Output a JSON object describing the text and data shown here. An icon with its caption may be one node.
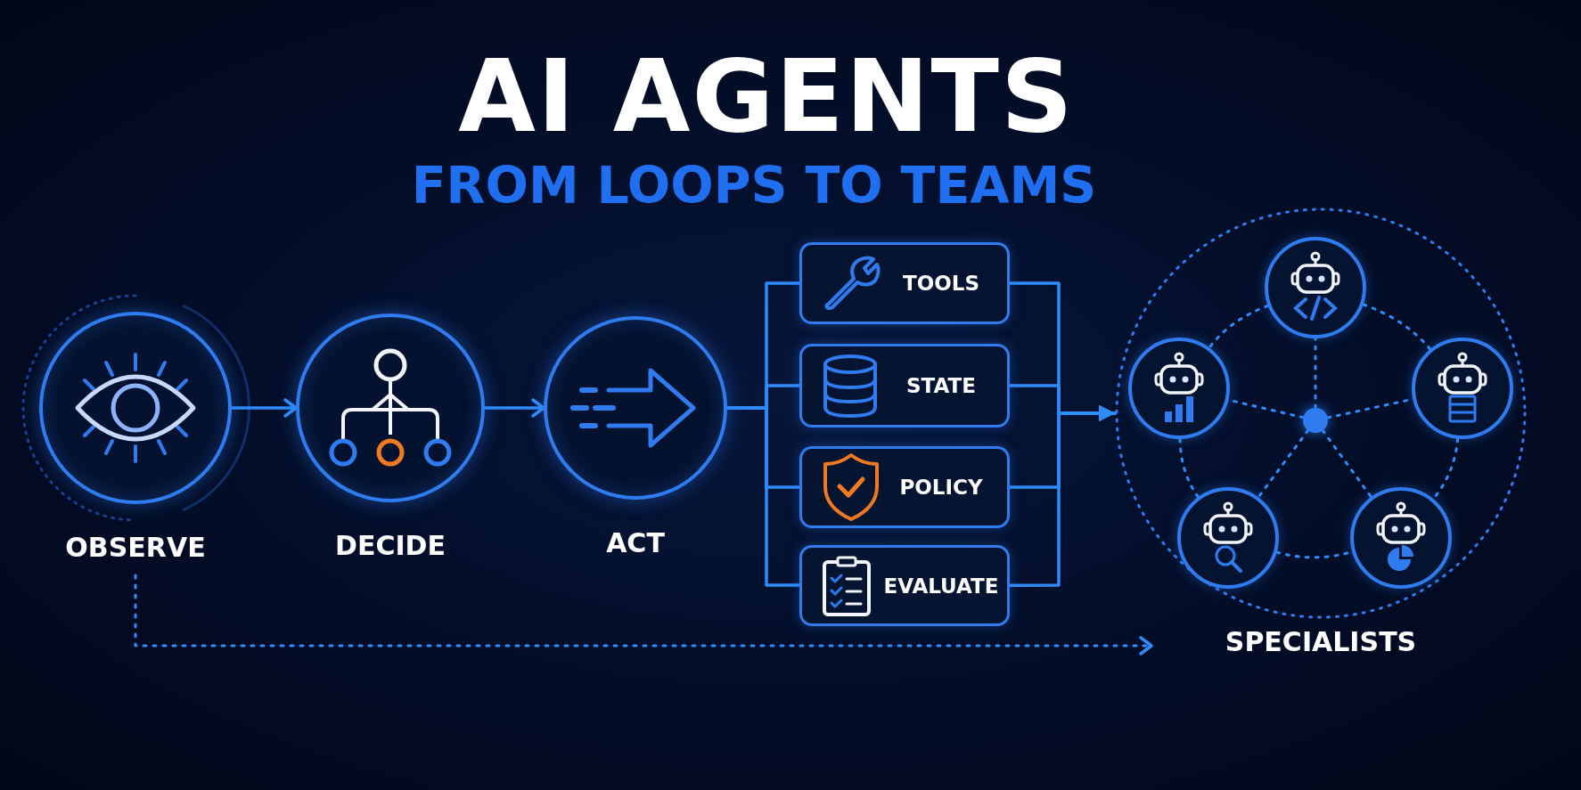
{
  "diagram": {
    "title": "AI AGENTS",
    "caption": "FROM LOOPS TO TEAMS",
    "nodes": [
      {
        "text": [
          "OBSERVE"
        ]
      },
      {
        "text": [
          "DECIDE"
        ]
      },
      {
        "text": [
          "ACT"
        ]
      },
      {
        "text": [
          "TOOLS"
        ]
      },
      {
        "text": [
          "STATE"
        ]
      },
      {
        "text": [
          "POLICY"
        ]
      },
      {
        "text": [
          "EVALUATE"
        ]
      },
      {
        "text": [
          "SPECIALISTS"
        ]
      },
      {
        "text": [],
        "shape": "circle",
        "in": 7
      },
      {
        "text": [],
        "shape": "circle",
        "in": 7
      },
      {
        "text": [],
        "shape": "circle",
        "in": 7
      },
      {
        "text": [],
        "shape": "circle",
        "in": 7
      },
      {
        "text": [],
        "shape": "circle",
        "in": 7
      },
      {
        "text": [],
        "shape": "circle",
        "in": 7
      }
    ],
    "edges": [
      {
        "from": 0,
        "to": 1,
        "arrow": "to"
      },
      {
        "from": 1,
        "to": 2,
        "arrow": "to"
      },
      {
        "from": 2,
        "to": 3,
        "arrow": "none"
      },
      {
        "from": 2,
        "to": 4,
        "arrow": "none"
      },
      {
        "from": 2,
        "to": 5,
        "arrow": "none"
      },
      {
        "from": 2,
        "to": 6,
        "arrow": "none"
      },
      {
        "from": 3,
        "to": 7,
        "arrow": "to"
      },
      {
        "from": 4,
        "to": 7,
        "arrow": "to"
      },
      {
        "from": 5,
        "to": 7,
        "arrow": "to"
      },
      {
        "from": 6,
        "to": 7,
        "arrow": "to"
      },
      {
        "from": 8,
        "to": 9,
        "arrow": "none",
        "style": "dashed"
      },
      {
        "from": 8,
        "to": 10,
        "arrow": "none",
        "style": "dashed"
      },
      {
        "from": 9,
        "to": 11,
        "arrow": "none",
        "style": "dashed"
      },
      {
        "from": 10,
        "to": 12,
        "arrow": "none",
        "style": "dashed"
      },
      {
        "from": 11,
        "to": 12,
        "arrow": "none",
        "style": "dashed"
      },
      {
        "from": 13,
        "to": 8,
        "arrow": "none",
        "style": "dashed"
      },
      {
        "from": 13,
        "to": 9,
        "arrow": "none",
        "style": "dashed"
      },
      {
        "from": 13,
        "to": 10,
        "arrow": "none",
        "style": "dashed"
      },
      {
        "from": 13,
        "to": 11,
        "arrow": "none",
        "style": "dashed"
      },
      {
        "from": 13,
        "to": 12,
        "arrow": "none",
        "style": "dashed"
      },
      {
        "from": 0,
        "to": null,
        "arrow": "to",
        "style": "dashed"
      }
    ]
  }
}
